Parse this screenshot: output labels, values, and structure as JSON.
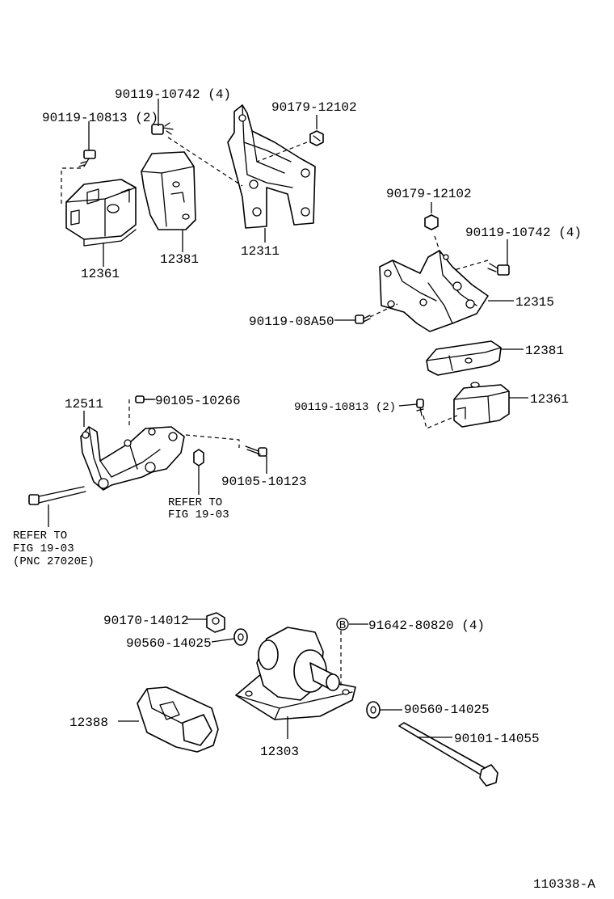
{
  "labels": {
    "bolt_90119_10742_a": "90119-10742 (4)",
    "nut_90179_12102_a": "90179-12102",
    "bolt_90119_10813_a": "90119-10813 (2)",
    "insulator_12361_a": "12361",
    "stopper_12381_a": "12381",
    "bracket_12311": "12311",
    "nut_90179_12102_b": "90179-12102",
    "bolt_90119_10742_b": "90119-10742 (4)",
    "bracket_12315": "12315",
    "bolt_90119_08a50": "90119-08A50",
    "stopper_12381_b": "12381",
    "insulator_12361_b": "12361",
    "bolt_90119_10813_b": "90119-10813 (2)",
    "bracket_12511": "12511",
    "bolt_90105_10266": "90105-10266",
    "bolt_90105_10123": "90105-10123",
    "refer_fig_a_line1": "REFER TO",
    "refer_fig_a_line2": "FIG 19-03",
    "refer_fig_b_line1": "REFER TO",
    "refer_fig_b_line2": "FIG 19-03",
    "refer_fig_b_line3": "(PNC 27020E)",
    "nut_90170_14012": "90170-14012",
    "washer_90560_14025_a": "90560-14025",
    "bolt_91642_80820": "91642-80820 (4)",
    "bolt_marker_b": "B",
    "washer_90560_14025_b": "90560-14025",
    "bolt_90101_14055": "90101-14055",
    "stopper_12388": "12388",
    "insulator_12303": "12303",
    "figure_id": "110338-A"
  }
}
